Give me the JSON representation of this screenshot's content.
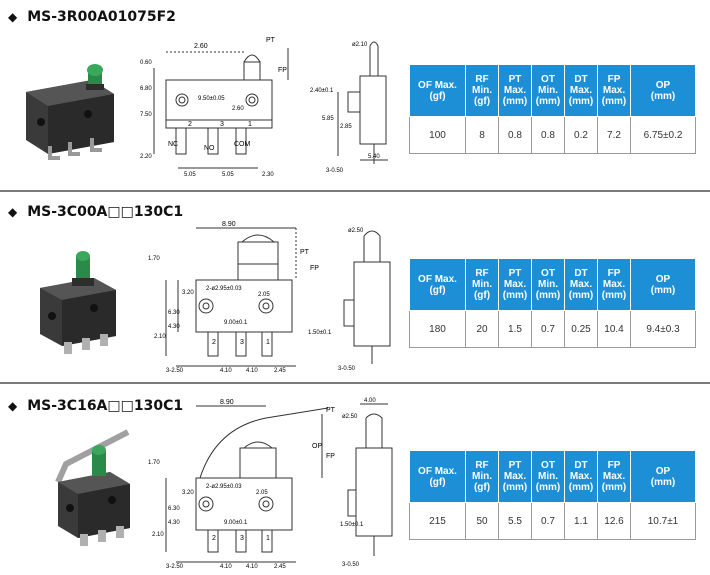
{
  "columns": [
    "OF Max.\n(gf)",
    "RF\nMin.\n(gf)",
    "PT\nMax.\n(mm)",
    "OT\nMin.\n(mm)",
    "DT\nMax.\n(mm)",
    "FP\nMax.\n(mm)",
    "OP\n(mm)"
  ],
  "colors": {
    "header_bg": "#1d8fd6",
    "header_text": "#ffffff",
    "actuator_green": "#2a8a4a"
  },
  "sections": [
    {
      "title": "MS-3R00A01075F2",
      "values": [
        "100",
        "8",
        "0.8",
        "0.8",
        "0.2",
        "7.2",
        "6.75±0.2"
      ],
      "dims": {
        "top_a": "2.60",
        "pt": "PT",
        "fp": "FP",
        "h_060": "0.60",
        "h_680": "6.80",
        "h_750": "7.50",
        "h_220": "2.20",
        "hole": "9.50±0.05",
        "c260": "2.60",
        "p1": "5.05",
        "p2": "5.05",
        "p3": "2.30",
        "nc": "NC",
        "no": "NO",
        "com": "COM",
        "n2": "2",
        "n3": "3",
        "n1": "1",
        "s_d": "ø2.10",
        "s_240": "2.40±0.1",
        "s_585": "5.85",
        "s_285": "2.85",
        "s_540": "5.40",
        "s_050": "3-0.50"
      }
    },
    {
      "title": "MS-3C00A□□130C1",
      "values": [
        "180",
        "20",
        "1.5",
        "0.7",
        "0.25",
        "10.4",
        "9.4±0.3"
      ],
      "dims": {
        "top_a": "8.90",
        "pt": "PT",
        "fp": "FP",
        "h_170": "1.70",
        "h_320": "3.20",
        "h_630": "6.30",
        "h_430": "4.30",
        "h_210": "2.10",
        "hole": "2-ø2.95±0.03",
        "c205": "2.05",
        "pitch": "9.00±0.1",
        "n2": "2",
        "n3": "3",
        "n1": "1",
        "p0": "3-2.50",
        "p1": "4.10",
        "p2": "4.10",
        "p3": "2.45",
        "s_d": "ø2.50",
        "s_150": "1.50±0.1",
        "s_050": "3-0.50"
      }
    },
    {
      "title": "MS-3C16A□□130C1",
      "values": [
        "215",
        "50",
        "5.5",
        "0.7",
        "1.1",
        "12.6",
        "10.7±1"
      ],
      "dims": {
        "top_a": "8.90",
        "pt": "PT",
        "op": "OP",
        "fp": "FP",
        "h_170": "1.70",
        "h_320": "3.20",
        "h_630": "6.30",
        "h_430": "4.30",
        "h_210": "2.10",
        "hole": "2-ø2.95±0.03",
        "c205": "2.05",
        "pitch": "9.00±0.1",
        "n2": "2",
        "n3": "3",
        "n1": "1",
        "p0": "3-2.50",
        "p1": "4.10",
        "p2": "4.10",
        "p3": "2.45",
        "s_400": "4.00",
        "s_d": "ø2.50",
        "s_150": "1.50±0.1",
        "s_050": "3-0.50"
      }
    }
  ]
}
